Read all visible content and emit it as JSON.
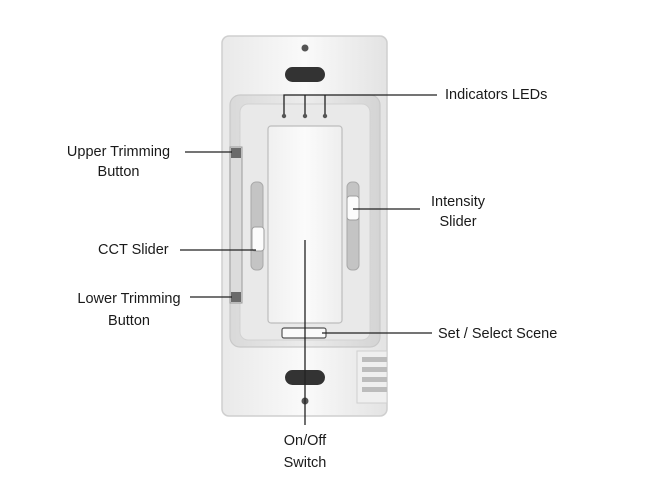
{
  "labels": {
    "indicator_leds": "Indicators LEDs",
    "upper_trimming_button": "Upper Trimming\nButton",
    "intensity_slider": "Intensity\nSlider",
    "cct_slider": "CCT Slider",
    "lower_trimming_button": "Lower Trimming\nButton",
    "set_select_scene": "Set / Select Scene",
    "on_off_switch": "On/Off\nSwitch"
  },
  "colors": {
    "plate": "#f4f4f4",
    "plate_edge": "#d6d6d6",
    "housing": "#e6e6e6",
    "switch_face": "#f7f7f7",
    "slot": "#bdbdbd",
    "leader_line": "#222222",
    "text": "#1a1a1a"
  }
}
